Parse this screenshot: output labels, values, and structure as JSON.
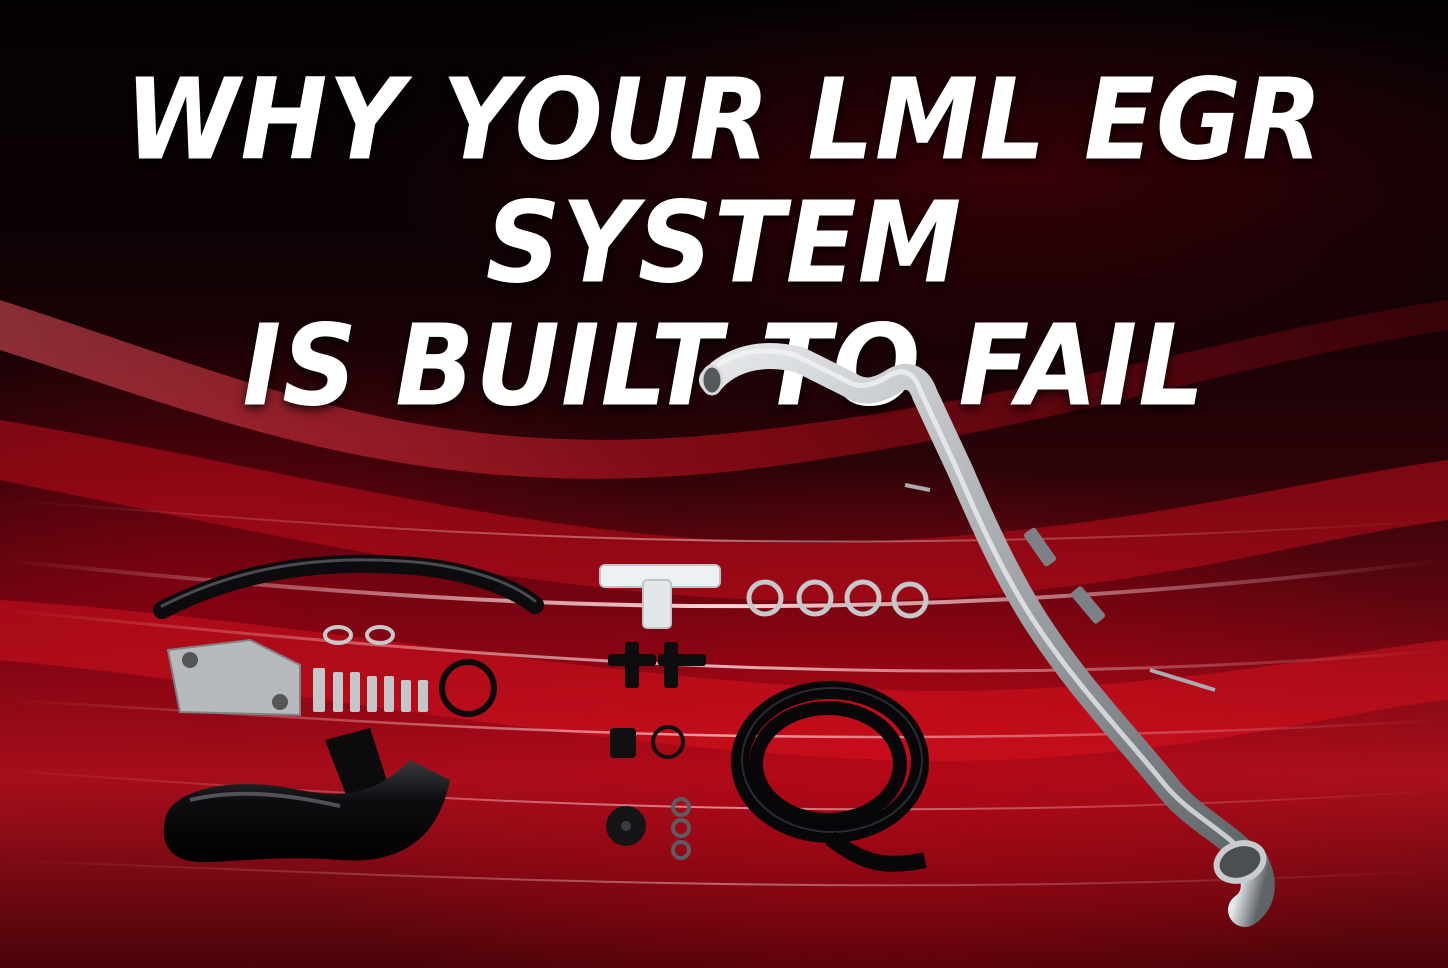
{
  "headline": {
    "line1": "WHY YOUR LML EGR SYSTEM",
    "line2": "IS BUILT TO FAIL"
  },
  "colors": {
    "background_dark": "#070203",
    "accent_red": "#c4111f",
    "headline_text": "#ffffff",
    "part_black": "#0c0c0e",
    "part_steel": "#b9bcbf",
    "part_white": "#eef1f3"
  },
  "illustration": {
    "subject": "egr-delete-kit-and-exhaust-pipe",
    "parts": [
      "rubber-hose",
      "block-off-plate",
      "hose-clamps",
      "bolts",
      "o-ring",
      "intake-elbow",
      "tee-fitting",
      "barbed-fittings",
      "rubber-grommet",
      "coolant-hose-coil",
      "washers",
      "exhaust-downpipe"
    ]
  }
}
